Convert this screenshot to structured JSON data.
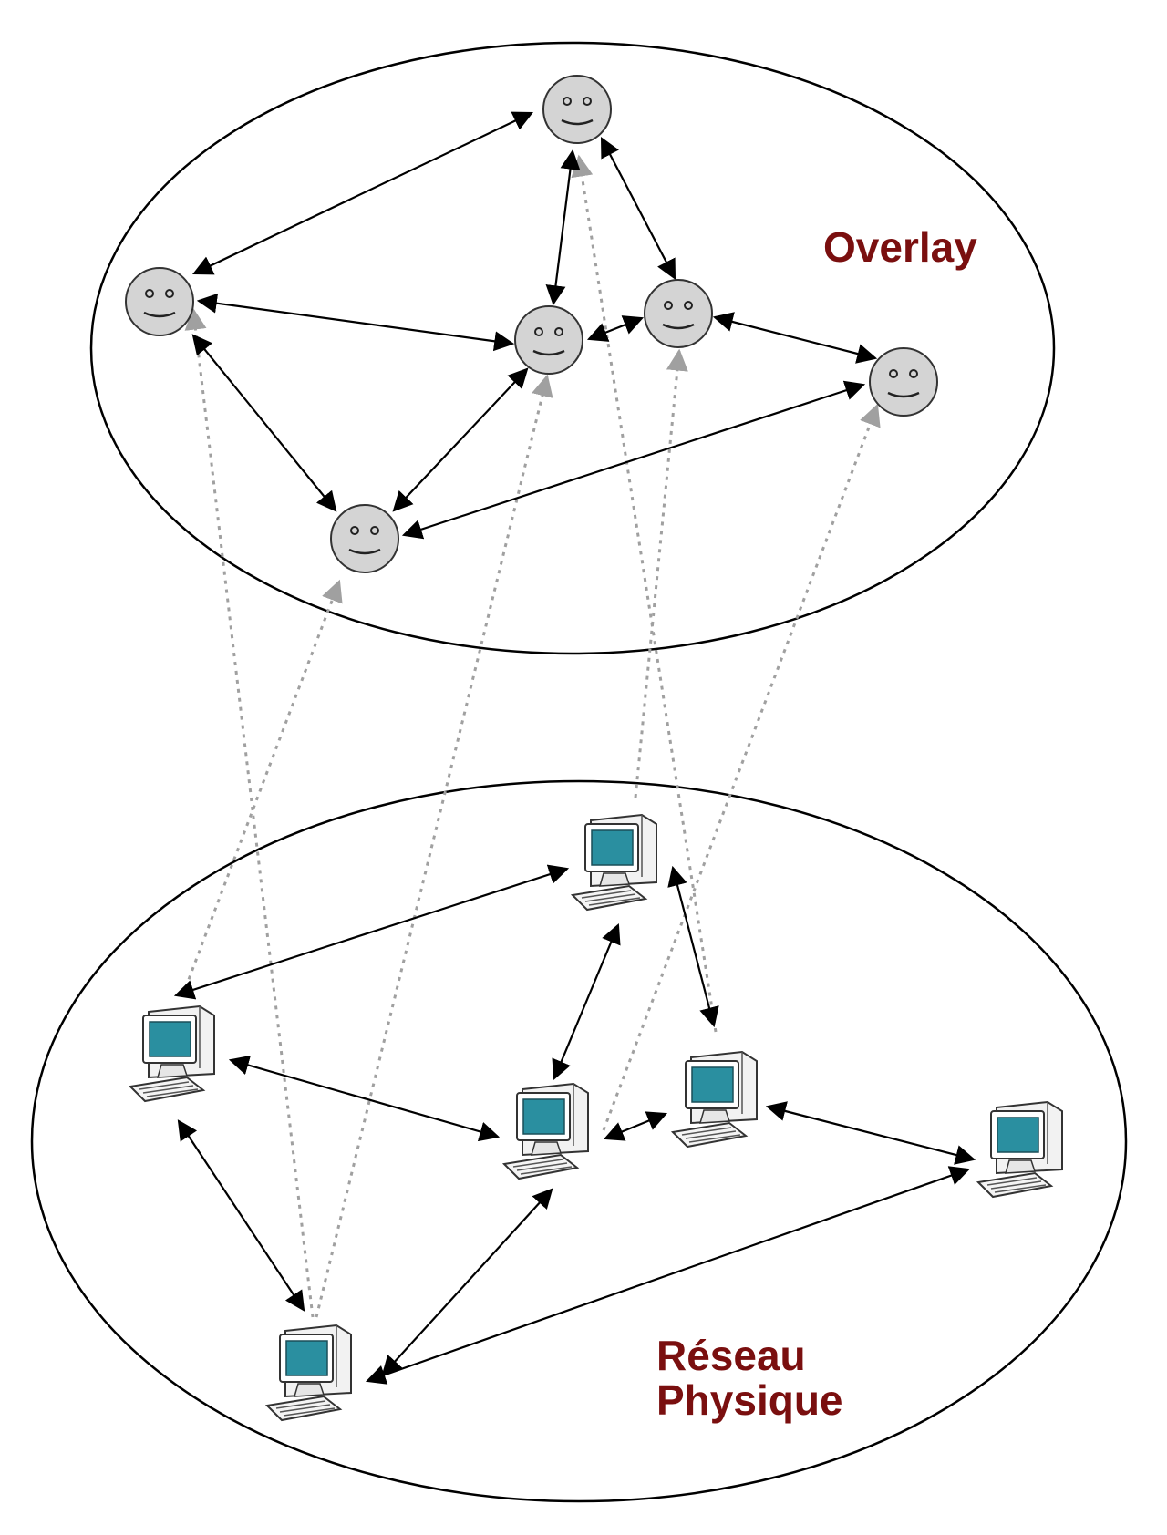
{
  "labels": {
    "overlay": "Overlay",
    "physical_line1": "Réseau",
    "physical_line2": "Physique"
  },
  "colors": {
    "label": "#7a0f0f",
    "node_fill": "#d4d4d4",
    "screen": "#2a8fa0",
    "link": "#000000",
    "mapping": "#a0a0a0"
  },
  "overlay_nodes": [
    "peer-top",
    "peer-left",
    "peer-center",
    "peer-center-right",
    "peer-right",
    "peer-bottom"
  ],
  "physical_nodes": [
    "pc-top",
    "pc-left",
    "pc-center",
    "pc-center-right",
    "pc-right",
    "pc-bottom"
  ]
}
